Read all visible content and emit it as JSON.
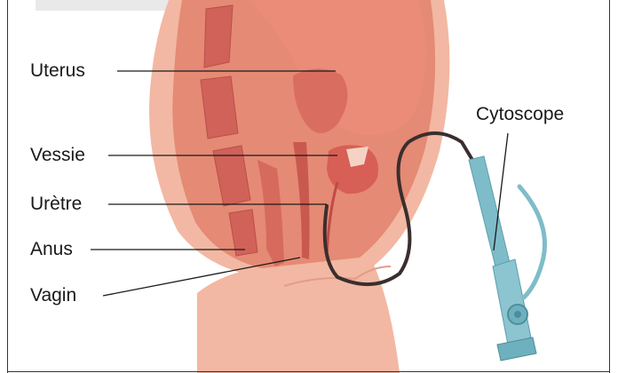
{
  "labels": {
    "uterus": "Uterus",
    "vessie": "Vessie",
    "uretre": "Urètre",
    "anus": "Anus",
    "vagin": "Vagin",
    "cytoscope": "Cytoscope"
  },
  "colors": {
    "skin_light": "#f2b8a3",
    "skin_mid": "#e58a74",
    "organ_red": "#d75f55",
    "organ_dark": "#c24a45",
    "scope_blue": "#7fbcc9",
    "scope_dark": "#5a9fae",
    "cable": "#3a2e2e"
  }
}
